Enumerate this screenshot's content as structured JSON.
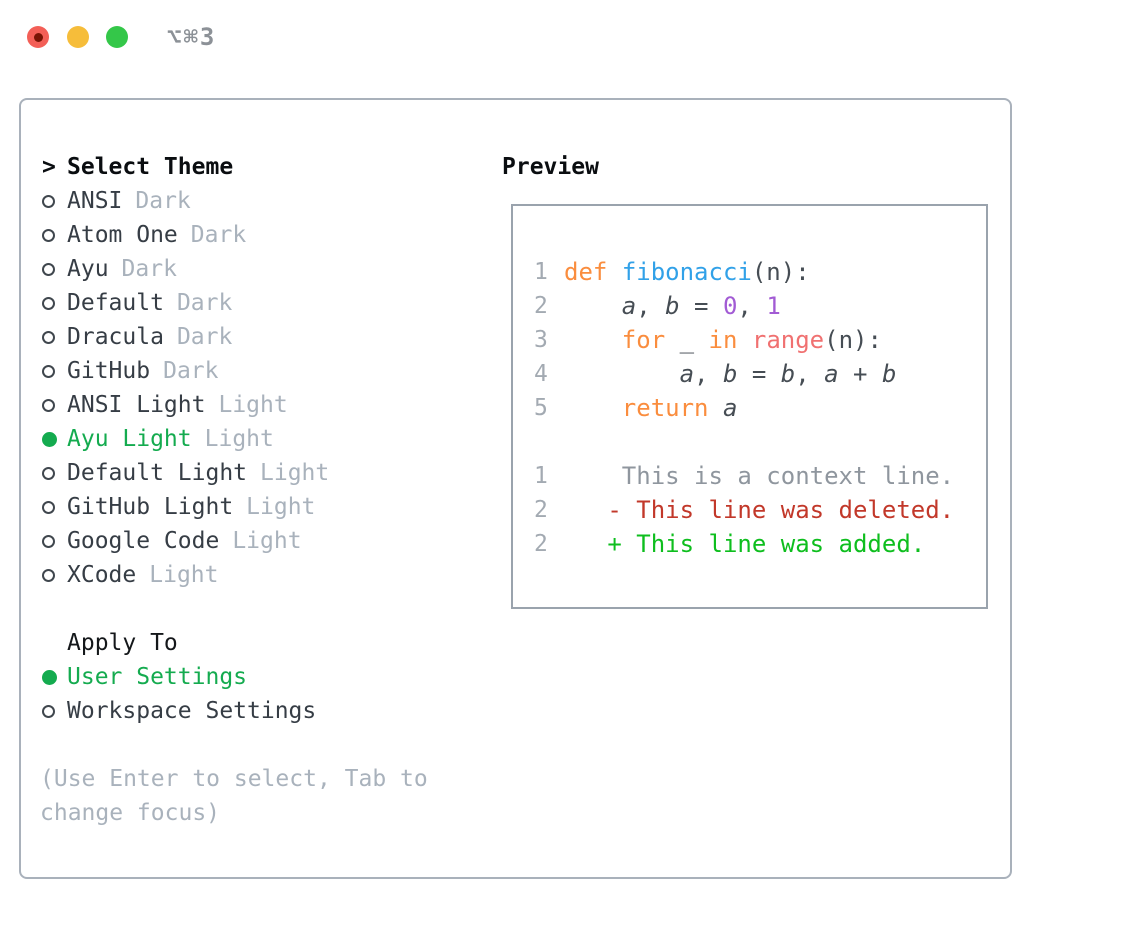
{
  "colors": {
    "keyword": "#fa8d3e",
    "function": "#31a1e8",
    "number": "#a25bd4",
    "builtin": "#f07171",
    "plain": "#464d54",
    "lineno": "#a3aab2",
    "context": "#8f969e",
    "deleted": "#c2382a",
    "added": "#0ebe1e",
    "selected": "#14ab4f",
    "item": "#363d45",
    "muted": "#a9b2bc",
    "heading": "#0a0d10",
    "marker": "#40474e",
    "panelborder": "#a9b1bb",
    "previewborder": "#9aa3ad",
    "title": "#8c9197",
    "tlred": "#f35f57",
    "tlreddot": "#781405",
    "tlyellow": "#f6bd3a",
    "tlgreen": "#34c749"
  },
  "window": {
    "title": "⌥⌘3"
  },
  "picker": {
    "prompt": ">",
    "title": "Select Theme",
    "items": [
      {
        "name": "ANSI",
        "variant": "Dark",
        "state": "unselected"
      },
      {
        "name": "Atom One",
        "variant": "Dark",
        "state": "unselected"
      },
      {
        "name": "Ayu",
        "variant": "Dark",
        "state": "unselected"
      },
      {
        "name": "Default",
        "variant": "Dark",
        "state": "unselected"
      },
      {
        "name": "Dracula",
        "variant": "Dark",
        "state": "unselected"
      },
      {
        "name": "GitHub",
        "variant": "Dark",
        "state": "unselected"
      },
      {
        "name": "ANSI Light",
        "variant": "Light",
        "state": "unselected"
      },
      {
        "name": "Ayu Light",
        "variant": "Light",
        "state": "selected"
      },
      {
        "name": "Default Light",
        "variant": "Light",
        "state": "unselected"
      },
      {
        "name": "GitHub Light",
        "variant": "Light",
        "state": "unselected"
      },
      {
        "name": "Google Code",
        "variant": "Light",
        "state": "unselected"
      },
      {
        "name": "XCode",
        "variant": "Light",
        "state": "unselected"
      }
    ],
    "apply_to": {
      "title": "Apply To",
      "options": [
        {
          "label": "User Settings",
          "state": "selected"
        },
        {
          "label": "Workspace Settings",
          "state": "unselected"
        }
      ]
    },
    "hint": "(Use Enter to select, Tab to change focus)"
  },
  "preview": {
    "title": "Preview",
    "lines": [
      {
        "no": "1",
        "tokens": [
          {
            "t": "def",
            "c": "keyword"
          },
          {
            "t": " "
          },
          {
            "t": "fibonacci",
            "c": "function"
          },
          {
            "t": "(n):"
          }
        ]
      },
      {
        "no": "2",
        "tokens": [
          {
            "t": "    "
          },
          {
            "t": "a",
            "c": "var"
          },
          {
            "t": ", "
          },
          {
            "t": "b",
            "c": "var"
          },
          {
            "t": " = "
          },
          {
            "t": "0",
            "c": "number"
          },
          {
            "t": ", "
          },
          {
            "t": "1",
            "c": "number"
          }
        ]
      },
      {
        "no": "3",
        "tokens": [
          {
            "t": "    "
          },
          {
            "t": "for",
            "c": "keyword"
          },
          {
            "t": " _ "
          },
          {
            "t": "in",
            "c": "keyword"
          },
          {
            "t": " "
          },
          {
            "t": "range",
            "c": "builtin"
          },
          {
            "t": "(n):"
          }
        ]
      },
      {
        "no": "4",
        "tokens": [
          {
            "t": "        "
          },
          {
            "t": "a",
            "c": "var"
          },
          {
            "t": ", "
          },
          {
            "t": "b",
            "c": "var"
          },
          {
            "t": " = "
          },
          {
            "t": "b",
            "c": "var"
          },
          {
            "t": ", "
          },
          {
            "t": "a",
            "c": "var"
          },
          {
            "t": " + "
          },
          {
            "t": "b",
            "c": "var"
          }
        ]
      },
      {
        "no": "5",
        "tokens": [
          {
            "t": "    "
          },
          {
            "t": "return",
            "c": "keyword"
          },
          {
            "t": " "
          },
          {
            "t": "a",
            "c": "var"
          }
        ]
      },
      {
        "no": "",
        "tokens": []
      },
      {
        "no": "1",
        "tokens": [
          {
            "t": "    This is a context line.",
            "c": "context"
          }
        ]
      },
      {
        "no": "2",
        "tokens": [
          {
            "t": "   - This line was deleted.",
            "c": "deleted"
          }
        ]
      },
      {
        "no": "2",
        "tokens": [
          {
            "t": "   + This line was added.",
            "c": "added"
          }
        ]
      }
    ]
  }
}
